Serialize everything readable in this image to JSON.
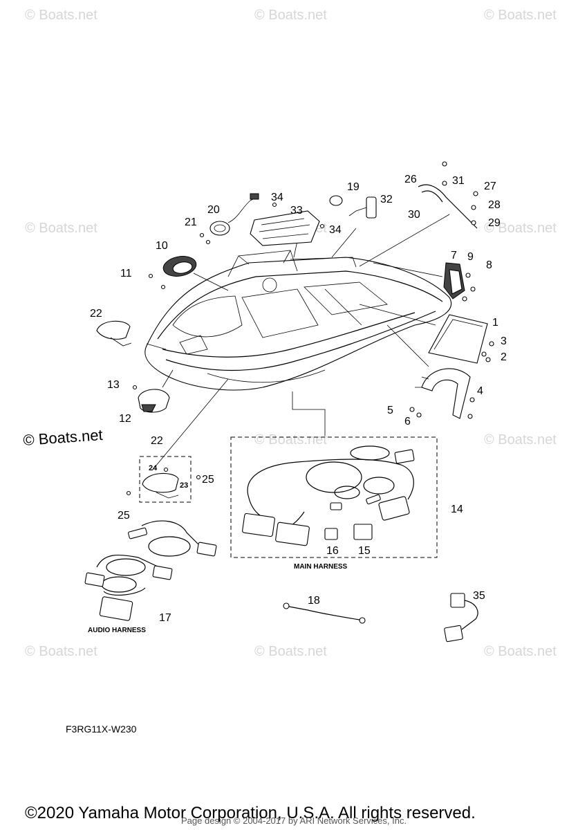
{
  "watermark": "© Boats.net",
  "watermark_large": "© Boats.net",
  "callouts": [
    "1",
    "2",
    "3",
    "4",
    "5",
    "6",
    "7",
    "8",
    "9",
    "10",
    "11",
    "12",
    "13",
    "14",
    "15",
    "16",
    "17",
    "18",
    "19",
    "20",
    "21",
    "22",
    "22",
    "23",
    "24",
    "25",
    "25",
    "26",
    "27",
    "28",
    "29",
    "30",
    "31",
    "32",
    "33",
    "34",
    "34",
    "35"
  ],
  "captions": {
    "main_harness": "MAIN HARNESS",
    "audio_harness": "AUDIO HARNESS"
  },
  "drawing_code": "F3RG11X-W230",
  "copyright": "©2020 Yamaha Motor Corporation, U.S.A. All rights reserved.",
  "page_credit": "Page design © 2004-2017 by ARI Network Services, Inc."
}
